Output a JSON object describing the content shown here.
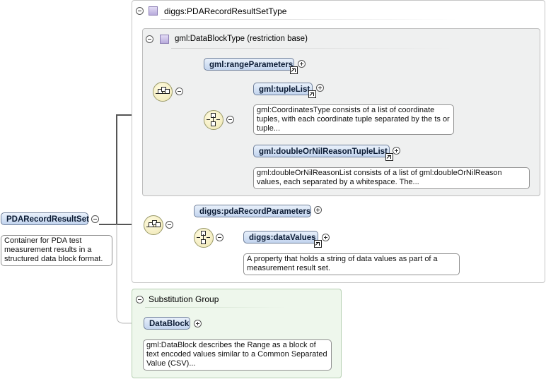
{
  "root": {
    "label": "PDARecordResultSet",
    "doc": "Container for PDA test measurement results in a structured data block format."
  },
  "type_panel": {
    "title": "diggs:PDARecordResultSetType",
    "base_panel": {
      "title": "gml:DataBlockType (restriction base)",
      "range_parameters": {
        "label": "gml:rangeParameters"
      },
      "tuple_list": {
        "label": "gml:tupleList",
        "doc": "gml:CoordinatesType consists of a list of coordinate tuples, with each coordinate tuple separated by the ts or tuple..."
      },
      "double_or_nil": {
        "label": "gml:doubleOrNilReasonTupleList",
        "doc": "gml:doubleOrNilReasonList consists of a list of gml:doubleOrNilReason values, each separated by a whitespace. The..."
      }
    },
    "pda_record_parameters": {
      "label": "diggs:pdaRecordParameters"
    },
    "data_values": {
      "label": "diggs:dataValues",
      "doc": "A property that holds a string of data values as part of a measurement result set."
    }
  },
  "substitution_group": {
    "title": "Substitution Group",
    "data_block": {
      "label": "DataBlock",
      "doc": "gml:DataBlock describes the Range as a block of text encoded values similar to a Common Separated Value (CSV)..."
    }
  }
}
